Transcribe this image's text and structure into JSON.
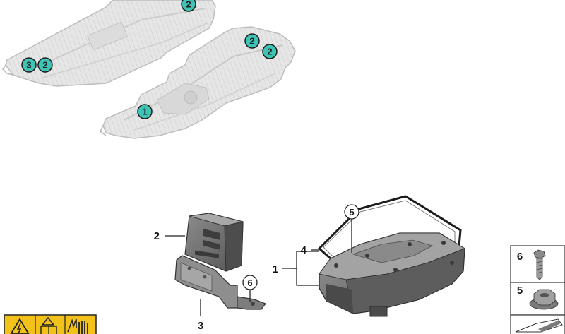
{
  "colors": {
    "callout_fill": "#3ec3b4",
    "callout_stroke": "#1d1d1d",
    "tray_fill": "#e4e4e4",
    "tray_stroke": "#bdbdbd",
    "part_dark": "#6f6f6f",
    "warning_yellow": "#f2c21a"
  },
  "tray_callouts": [
    {
      "label": "2"
    },
    {
      "label": "3"
    },
    {
      "label": "2"
    },
    {
      "label": "2"
    },
    {
      "label": "2"
    },
    {
      "label": "1"
    }
  ],
  "part_labels": {
    "ecu": "2",
    "bracket": "3",
    "housing": "1",
    "gasket": "4",
    "circled_bolt": "6",
    "circled_nut": "5"
  },
  "legend": [
    {
      "number": "6",
      "icon": "bolt-icon"
    },
    {
      "number": "5",
      "icon": "flange-nut-icon"
    }
  ],
  "warning_icons": [
    "warning-triangle-icon",
    "manual-book-icon",
    "caution-hand-icon"
  ]
}
